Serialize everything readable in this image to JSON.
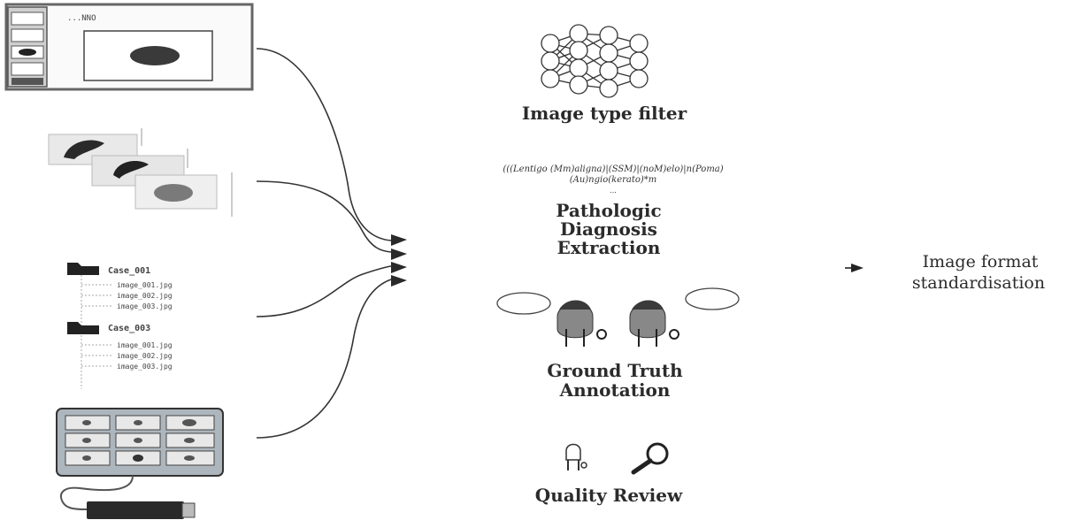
{
  "sources": {
    "viewer_header_text": "...NNO",
    "case_folders": [
      {
        "label": "Case_001",
        "files": [
          "image_001.jpg",
          "image_002.jpg",
          "image_003.jpg"
        ]
      },
      {
        "label": "Case_003",
        "files": [
          "image_001.jpg",
          "image_002.jpg",
          "image_003.jpg"
        ]
      }
    ]
  },
  "steps": {
    "image_type_filter": "Image type filter",
    "diagnosis_regex_line1": "(((Lentigo (Mm)aligna)|(SSM)|(noM)elo)|n(Poma)",
    "diagnosis_regex_line2": "(Au)ngio(kerato)*m",
    "diagnosis_regex_line3": "...",
    "pathologic_line1": "Pathologic",
    "pathologic_line2": "Diagnosis",
    "pathologic_line3": "Extraction",
    "ground_truth_line1": "Ground Truth",
    "ground_truth_line2": "Annotation",
    "quality_review": "Quality Review"
  },
  "output": {
    "line1": "Image format",
    "line2": "standardisation"
  }
}
